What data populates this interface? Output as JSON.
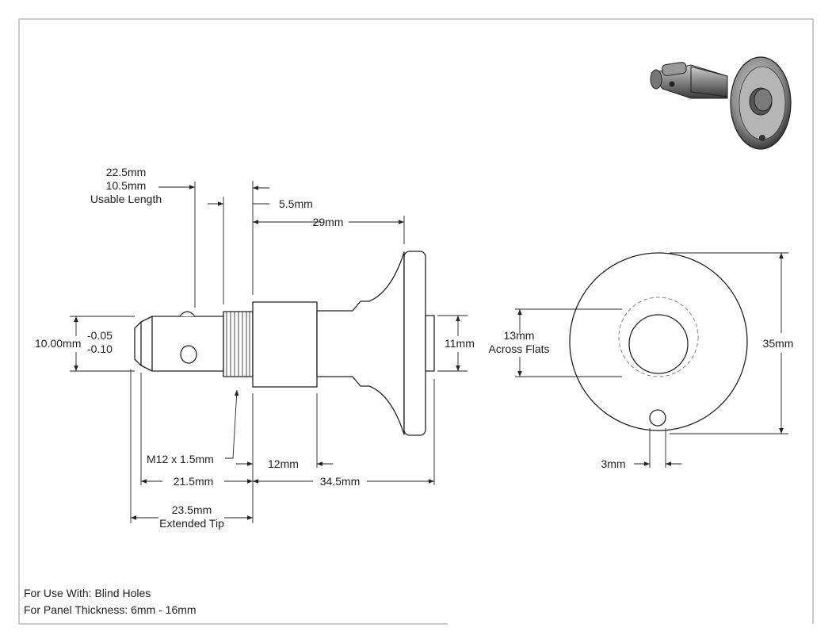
{
  "side_view": {
    "usable_length": {
      "total": "22.5mm",
      "value": "10.5mm",
      "label": "Usable Length"
    },
    "flange_offset": "5.5mm",
    "body_to_flange": "29mm",
    "pin_diameter": {
      "nominal": "10.00mm",
      "tol_upper": "-0.05",
      "tol_lower": "-0.10"
    },
    "shank_diameter": "11mm",
    "thread": "M12 x 1.5mm",
    "body_length": "12mm",
    "pin_length": "21.5mm",
    "overall_length": "34.5mm",
    "extended_tip": {
      "value": "23.5mm",
      "label": "Extended Tip"
    }
  },
  "end_view": {
    "across_flats": {
      "value": "13mm",
      "label": "Across Flats"
    },
    "flange_diameter": "35mm",
    "pin_hole": "3mm"
  },
  "notes": {
    "use_with": "For Use With: Blind Holes",
    "panel_thickness": "For Panel Thickness: 6mm - 16mm"
  },
  "colors": {
    "line": "#222222",
    "border": "#9a9a9a",
    "hidden": "#888888",
    "part_dark": "#555555"
  }
}
